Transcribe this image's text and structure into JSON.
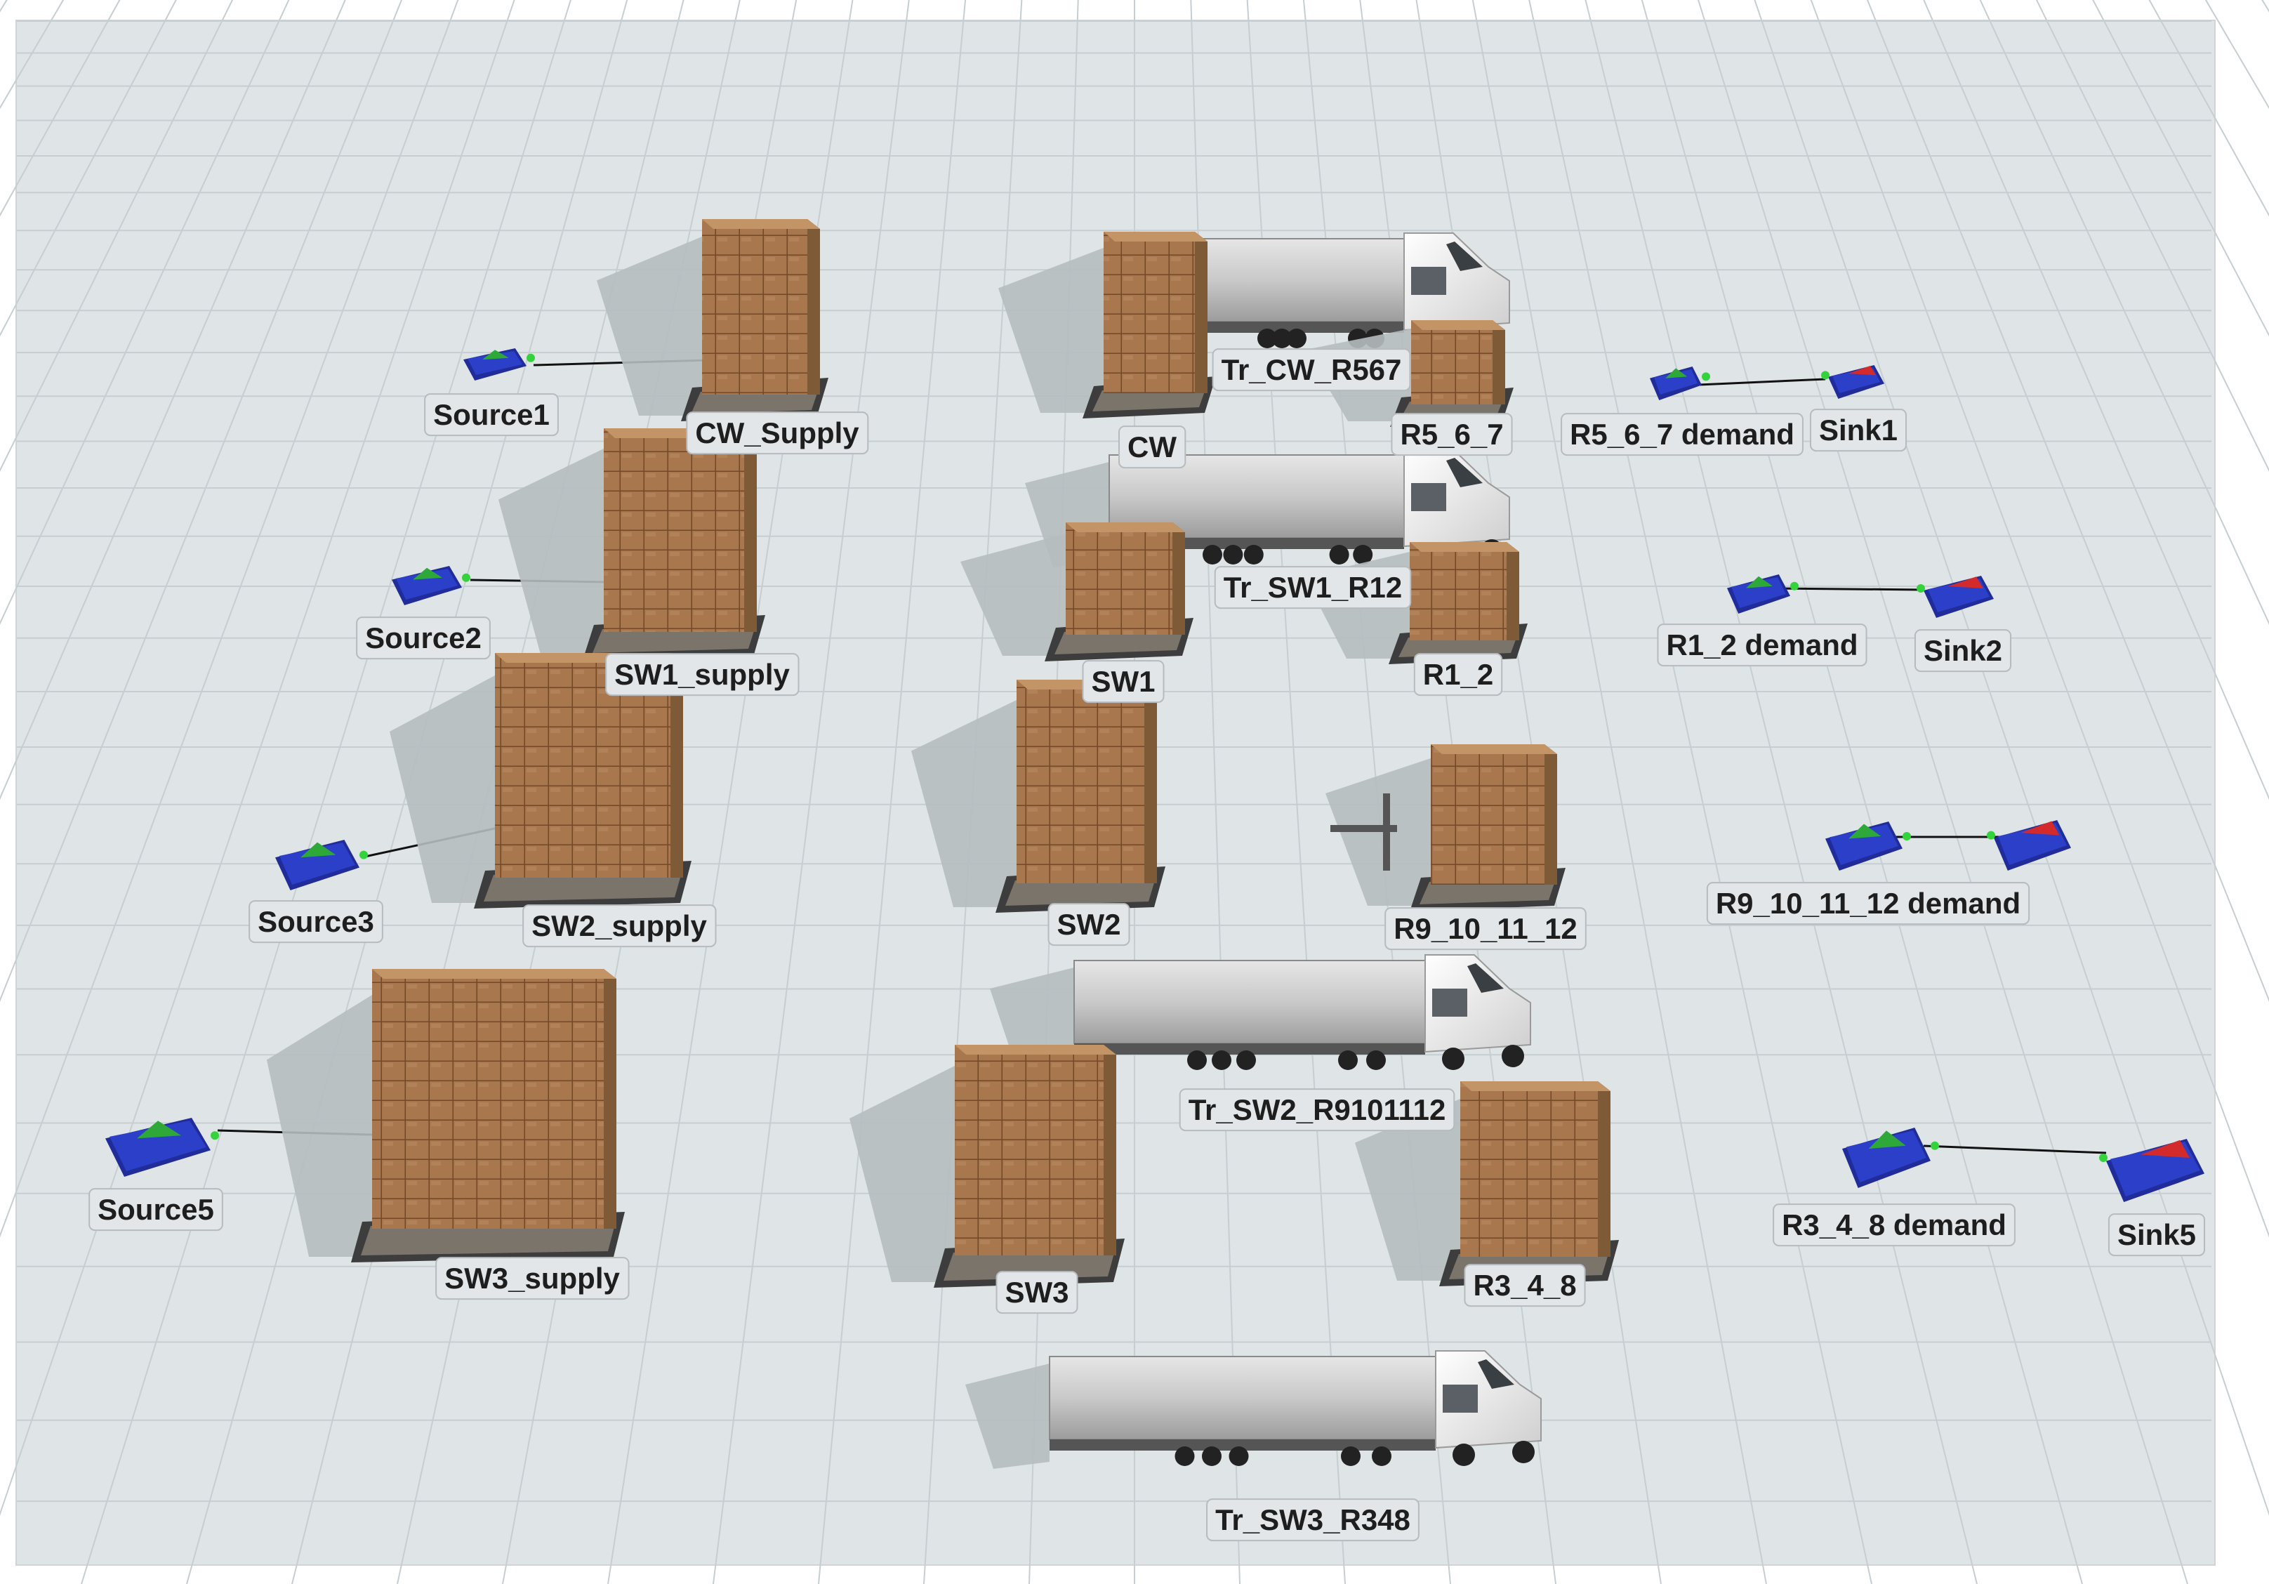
{
  "scene": {
    "floor_color": "#dfe4e6",
    "grid_color": "#c6ced2",
    "box_color": "#a8774d",
    "box_line_color": "#6f4a2a",
    "source_color": "#2b3fc8",
    "sink_color": "#2b3fc8",
    "connector_color": "#111111"
  },
  "labels": {
    "source1": "Source1",
    "source2": "Source2",
    "source3": "Source3",
    "source5": "Source5",
    "cw_supply": "CW_Supply",
    "sw1_supply": "SW1_supply",
    "sw2_supply": "SW2_supply",
    "sw3_supply": "SW3_supply",
    "cw": "CW",
    "sw1": "SW1",
    "sw2": "SW2",
    "sw3": "SW3",
    "tr_cw_r567": "Tr_CW_R567",
    "tr_sw1_r12": "Tr_SW1_R12",
    "tr_sw2_r9101112": "Tr_SW2_R9101112",
    "tr_sw3_r348": "Tr_SW3_R348",
    "r5_6_7": "R5_6_7",
    "r1_2": "R1_2",
    "r9_10_11_12": "R9_10_11_12",
    "r3_4_8": "R3_4_8",
    "r5_6_7_demand": "R5_6_7 demand",
    "r1_2_demand": "R1_2 demand",
    "r9_10_11_12_demand": "R9_10_11_12 demand",
    "r3_4_8_demand": "R3_4_8 demand",
    "sink1": "Sink1",
    "sink2": "Sink2",
    "sink5": "Sink5"
  }
}
